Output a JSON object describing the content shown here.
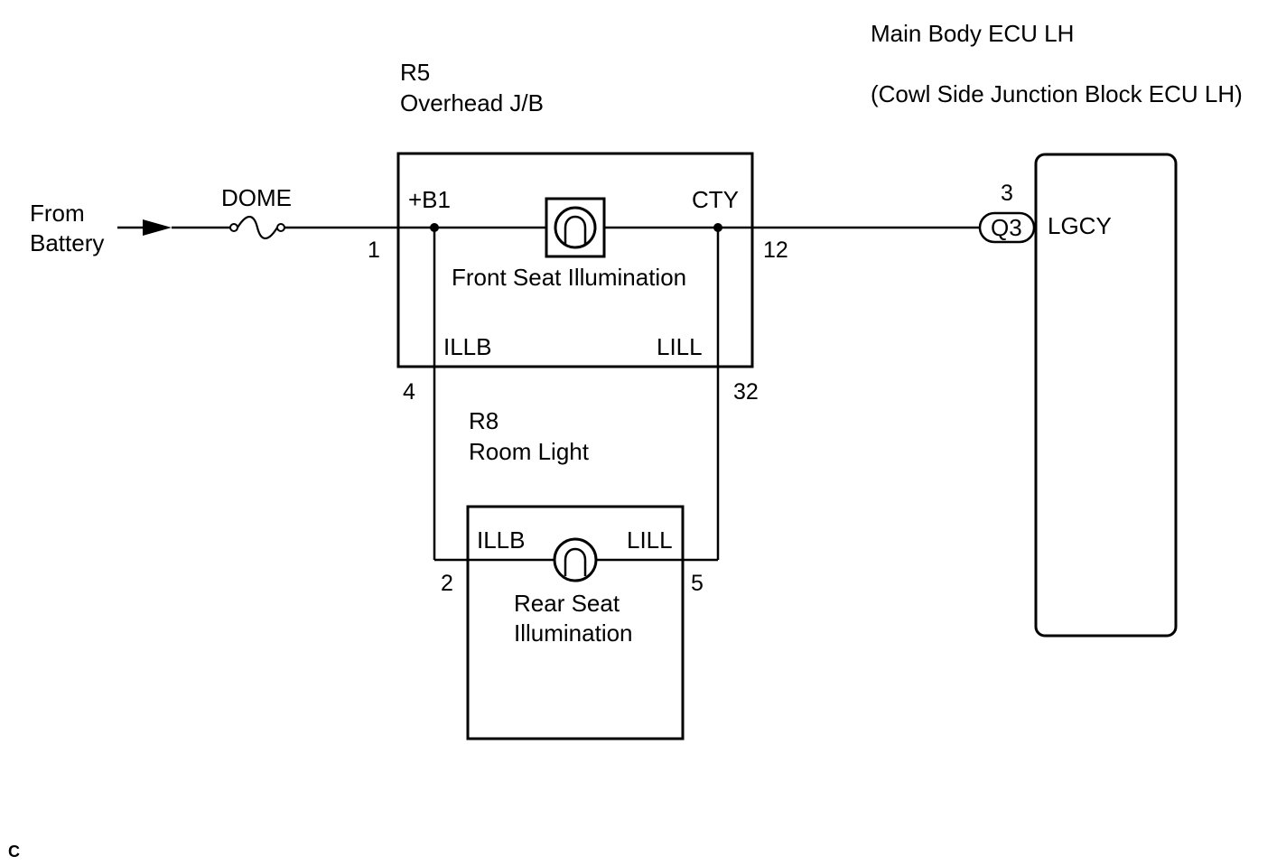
{
  "labels": {
    "from_battery_line1": "From",
    "from_battery_line2": "Battery",
    "fuse": "DOME",
    "overhead_jb_code": "R5",
    "overhead_jb_name": "Overhead J/B",
    "ecu_name": "Main Body ECU LH",
    "ecu_sub": "(Cowl Side Junction Block ECU LH)",
    "room_light_code": "R8",
    "room_light_name": "Room Light",
    "front_illum": "Front Seat Illumination",
    "rear_illum_line1": "Rear Seat",
    "rear_illum_line2": "Illumination",
    "footer_code": "C"
  },
  "terminals": {
    "jb_b1": "+B1",
    "jb_cty": "CTY",
    "jb_illb": "ILLB",
    "jb_lill": "LILL",
    "rl_illb": "ILLB",
    "rl_lill": "LILL",
    "ecu_lgcy": "LGCY",
    "ecu_connector": "Q3"
  },
  "pins": {
    "jb_b1": "1",
    "jb_cty": "12",
    "jb_illb": "4",
    "jb_lill": "32",
    "rl_illb": "2",
    "rl_lill": "5",
    "ecu_q3": "3"
  }
}
